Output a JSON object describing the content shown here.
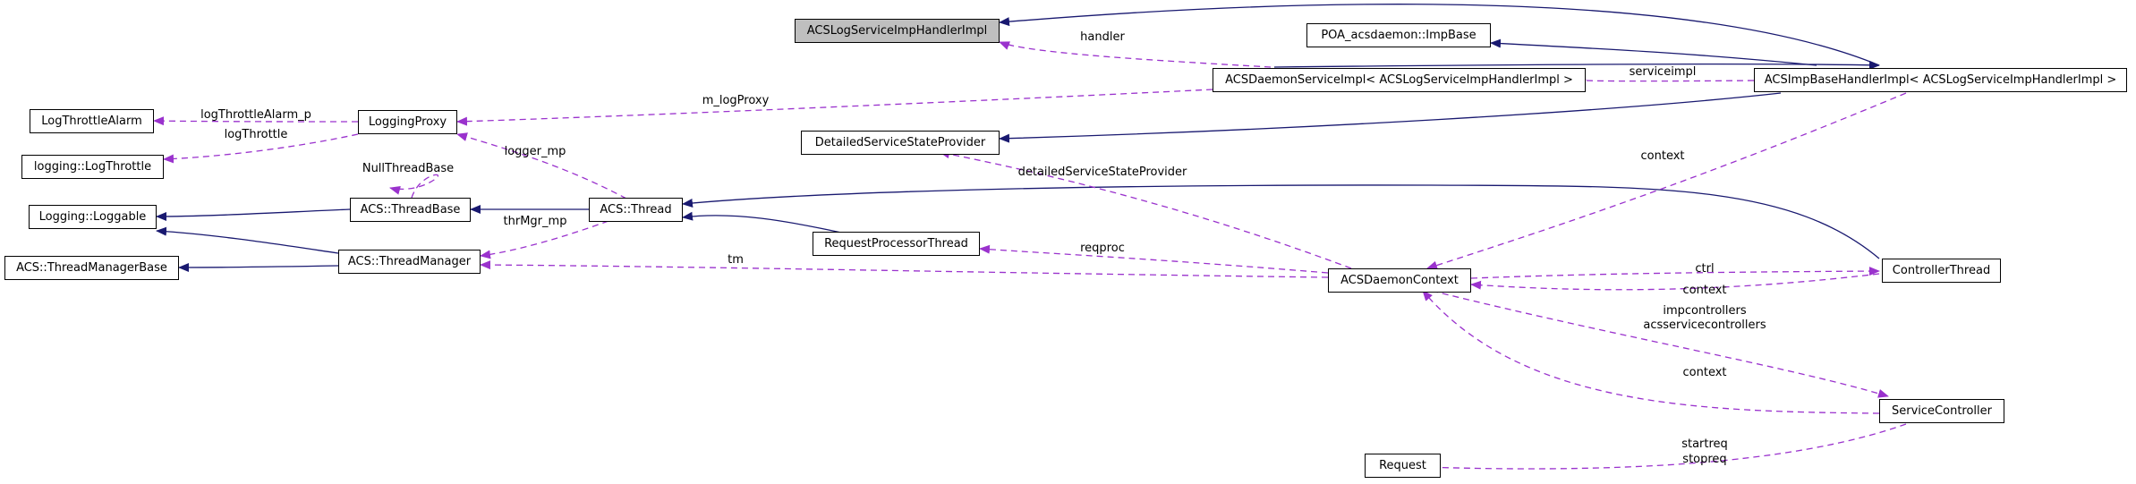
{
  "colors": {
    "inherit": "#191970",
    "use": "#9a32cd",
    "root_fill": "#bfbfbf"
  },
  "nodes": {
    "acs_log_service_imp_handler_impl": "ACSLogServiceImpHandlerImpl",
    "poa_impbase": "POA_acsdaemon::ImpBase",
    "acs_daemon_service_impl": "ACSDaemonServiceImpl< ACSLogServiceImpHandlerImpl >",
    "acs_imp_base_handler_impl": "ACSImpBaseHandlerImpl< ACSLogServiceImpHandlerImpl >",
    "log_throttle_alarm": "LogThrottleAlarm",
    "logging_proxy": "LoggingProxy",
    "logging_log_throttle": "logging::LogThrottle",
    "detailed_service_state_provider": "DetailedServiceStateProvider",
    "logging_loggable": "Logging::Loggable",
    "acs_thread_base": "ACS::ThreadBase",
    "acs_thread": "ACS::Thread",
    "acs_thread_manager_base": "ACS::ThreadManagerBase",
    "acs_thread_manager": "ACS::ThreadManager",
    "request_processor_thread": "RequestProcessorThread",
    "acs_daemon_context": "ACSDaemonContext",
    "controller_thread": "ControllerThread",
    "service_controller": "ServiceController",
    "request": "Request"
  },
  "edge_labels": {
    "handler": "handler",
    "serviceimpl": "serviceimpl",
    "m_log_proxy": "m_logProxy",
    "log_throttle_alarm_p": "logThrottleAlarm_p",
    "log_throttle": "logThrottle",
    "null_thread_base": "NullThreadBase",
    "logger_mp": "logger_mp",
    "thr_mgr_mp": "thrMgr_mp",
    "detailed_service_state_provider": "detailedServiceStateProvider",
    "context_top": "context",
    "reqproc": "reqproc",
    "tm": "tm",
    "ctrl": "ctrl",
    "context_ctrl": "context",
    "impcontrollers": "impcontrollers",
    "acsservicecontrollers": "acsservicecontrollers",
    "context_svc": "context",
    "startreq": "startreq",
    "stopreq": "stopreq"
  }
}
